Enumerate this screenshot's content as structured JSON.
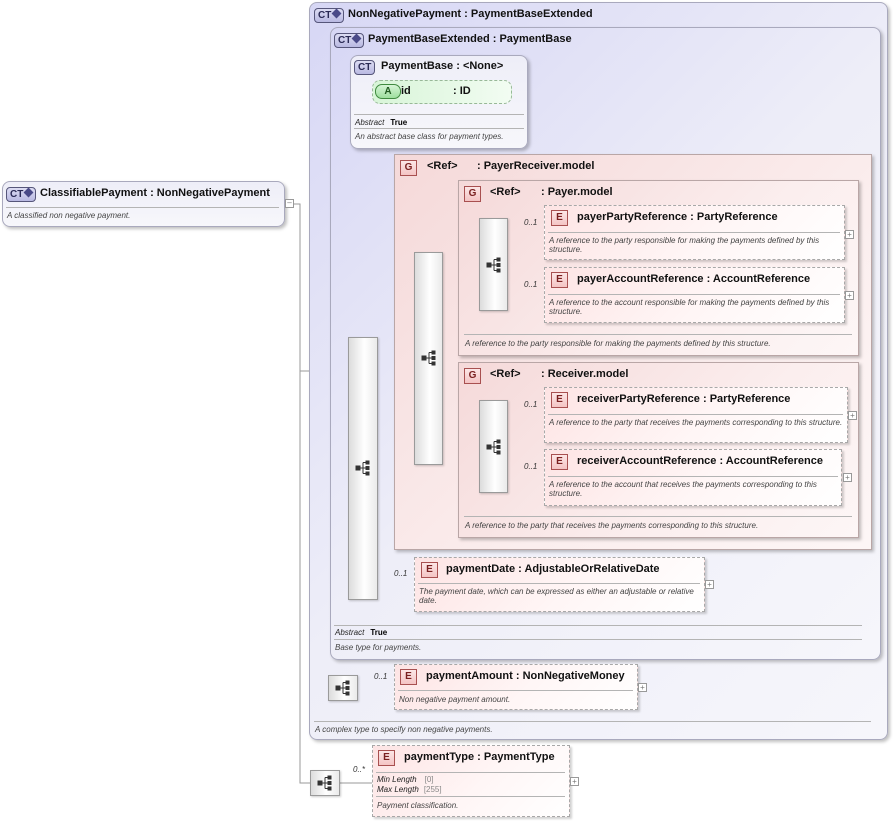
{
  "classifiable": {
    "badge": "CT",
    "name": "ClassifiablePayment",
    "base": ": NonNegativePayment",
    "doc": "A classified non negative payment."
  },
  "nonneg": {
    "badge": "CT",
    "name": "NonNegativePayment",
    "base": ": PaymentBaseExtended",
    "doc": "A complex type to specify non negative payments."
  },
  "pbext": {
    "badge": "CT",
    "name": "PaymentBaseExtended",
    "base": ": PaymentBase",
    "abstract_label": "Abstract",
    "abstract_value": "True",
    "doc": "Base type for payments."
  },
  "pbase": {
    "badge": "CT",
    "name": "PaymentBase",
    "base": ": <None>",
    "abstract_label": "Abstract",
    "abstract_value": "True",
    "doc": "An abstract base class for payment types."
  },
  "id_attr": {
    "badge": "A",
    "name": "id",
    "type": ": ID"
  },
  "payer_receiver": {
    "badge": "G",
    "ref": "<Ref>",
    "name": ": PayerReceiver.model"
  },
  "payer_model": {
    "badge": "G",
    "ref": "<Ref>",
    "name": ": Payer.model",
    "doc": "A reference to the party responsible for making the payments defined by this structure."
  },
  "payer_party": {
    "badge": "E",
    "mult": "0..1",
    "name": "payerPartyReference",
    "type": ": PartyReference",
    "doc": "A reference to the party responsible for making the payments defined by this structure."
  },
  "payer_account": {
    "badge": "E",
    "mult": "0..1",
    "name": "payerAccountReference",
    "type": ": AccountReference",
    "doc": "A reference to the account responsible for making the payments defined by this structure."
  },
  "receiver_model": {
    "badge": "G",
    "ref": "<Ref>",
    "name": ": Receiver.model",
    "doc": "A reference to the party that receives the payments corresponding to this structure."
  },
  "receiver_party": {
    "badge": "E",
    "mult": "0..1",
    "name": "receiverPartyReference",
    "type": ": PartyReference",
    "doc": "A reference to the party that receives the payments corresponding to this structure."
  },
  "receiver_account": {
    "badge": "E",
    "mult": "0..1",
    "name": "receiverAccountReference",
    "type": ": AccountReference",
    "doc": "A reference to the account that receives the payments corresponding to this structure."
  },
  "payment_date": {
    "badge": "E",
    "mult": "0..1",
    "name": "paymentDate",
    "type": ": AdjustableOrRelativeDate",
    "doc": "The payment date, which can be expressed as either an adjustable or relative date."
  },
  "payment_amount": {
    "badge": "E",
    "mult": "0..1",
    "name": "paymentAmount",
    "type": ": NonNegativeMoney",
    "doc": "Non negative payment amount."
  },
  "payment_type": {
    "badge": "E",
    "mult": "0..*",
    "name": "paymentType",
    "type": ": PaymentType",
    "minlen_label": "Min Length",
    "minlen_value": "[0]",
    "maxlen_label": "Max Length",
    "maxlen_value": "[255]",
    "doc": "Payment classification."
  },
  "colors": {
    "ct_fill": "#d7d7f5",
    "group_fill": "#f5d9d9",
    "element_fill": "#fde4e4",
    "attribute_fill": "#d8f5d8"
  }
}
